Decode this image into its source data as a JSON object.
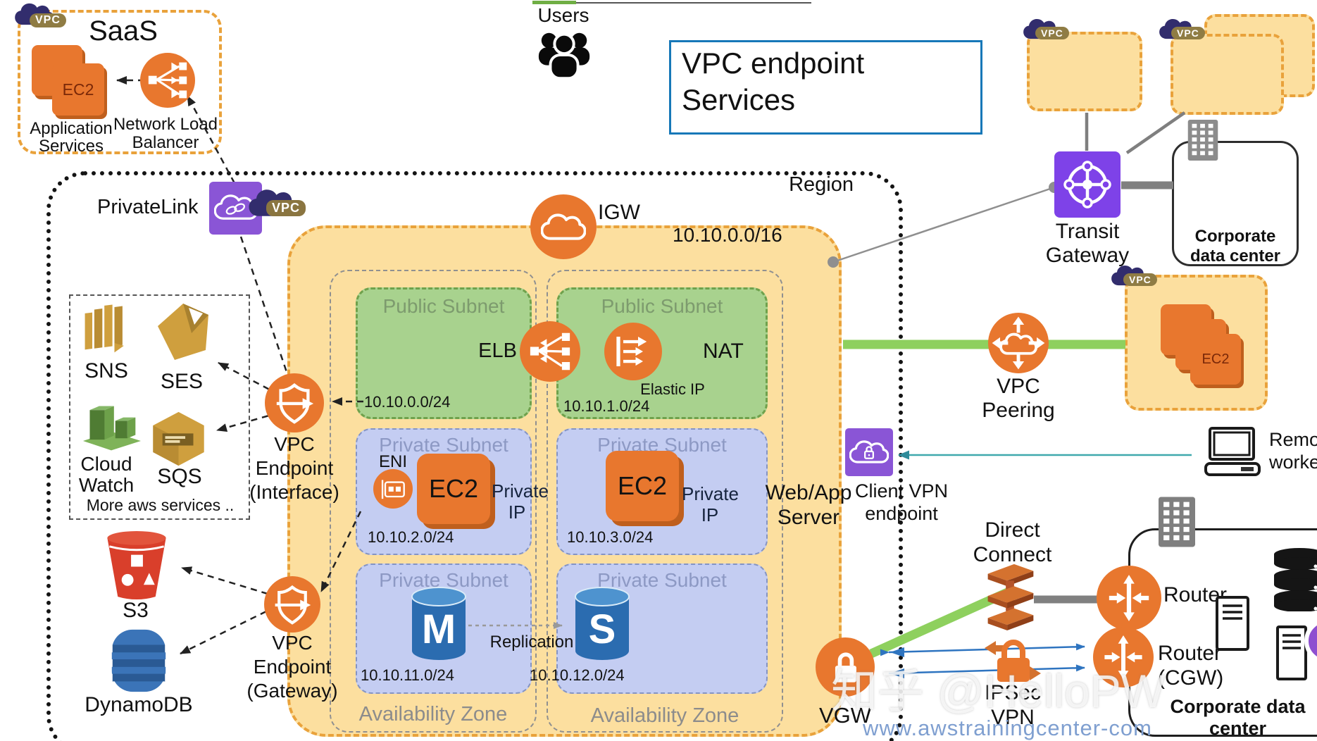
{
  "page": {
    "users_label": "Users",
    "region_label": "Region",
    "title": {
      "line1": "VPC endpoint",
      "line2": "Services"
    }
  },
  "saas": {
    "badge": "VPC",
    "title": "SaaS",
    "ec2_label": "EC2",
    "app_line1": "Application",
    "app_line2": "Services",
    "nlb_line1": "Network Load",
    "nlb_line2": "Balancer"
  },
  "privatelink": {
    "label": "PrivateLink"
  },
  "services": {
    "sns": "SNS",
    "ses": "SES",
    "cw1": "Cloud",
    "cw2": "Watch",
    "sqs": "SQS",
    "more": "More aws services ..",
    "s3": "S3",
    "dynamodb": "DynamoDB"
  },
  "endpoint_interface": {
    "l1": "VPC",
    "l2": "Endpoint",
    "l3": "(Interface)"
  },
  "endpoint_gateway": {
    "l1": "VPC",
    "l2": "Endpoint",
    "l3": "(Gateway)"
  },
  "vpc": {
    "badge": "VPC",
    "cidr": "10.10.0.0/16",
    "igw": "IGW",
    "pub1_title": "Public Subnet",
    "pub1_cidr": "10.10.0.0/24",
    "elb": "ELB",
    "pub2_title": "Public Subnet",
    "pub2_cidr": "10.10.1.0/24",
    "nat": "NAT",
    "elastic_ip": "Elastic IP",
    "priv1_title": "Private Subnet",
    "priv1_cidr": "10.10.2.0/24",
    "eni": "ENI",
    "ec2_a": "EC2",
    "pip1a": "Private",
    "pip2a": "IP",
    "priv2_title": "Private Subnet",
    "priv2_cidr": "10.10.3.0/24",
    "ec2_b": "EC2",
    "pip1b": "Private",
    "pip2b": "IP",
    "priv3_title": "Private Subnet",
    "priv3_cidr": "10.10.11.0/24",
    "db_m": "M",
    "priv4_title": "Private Subnet",
    "priv4_cidr": "10.10.12.0/24",
    "db_s": "S",
    "replication": "Replication",
    "az1": "Availability Zone",
    "az2": "Availability Zone",
    "webapp1": "Web/App",
    "webapp2": "Server",
    "vgw": "VGW"
  },
  "right": {
    "tg1": "Transit",
    "tg2": "Gateway",
    "vpc_badge_a": "VPC",
    "vpc_badge_b": "VPC",
    "vpc_badge_peer": "VPC",
    "dc_top1": "Corporate",
    "dc_top2": "data center",
    "peering1": "VPC",
    "peering2": "Peering",
    "peer_ec2": "EC2",
    "client_vpn1": "Client VPN",
    "client_vpn2": "endpoint",
    "remote1": "Remote",
    "remote2": "worker",
    "direct1": "Direct",
    "direct2": "Connect",
    "router": "Router",
    "router_cgw1": "Router",
    "router_cgw2": "(CGW)",
    "ipsec1": "IPSec",
    "ipsec2": "VPN",
    "dc_bottom1": "Corporate data",
    "dc_bottom2": "center"
  },
  "watermark": {
    "zhihu": "知乎 @HelloPW",
    "site": "www.awstrainingcenter-com"
  },
  "icons": {
    "users": "people-group",
    "nlb": "load-balancer-circle",
    "igw": "cloud-circle",
    "elb": "load-balancer-circle",
    "nat": "nat-gateway-circle",
    "eni": "network-card-circle",
    "vpc_endpoint": "shield-arrow-circle",
    "vpc_peering": "cloud-arrows-circle",
    "vgw": "lock-circle",
    "client_vpn": "cloud-lock-square",
    "privatelink": "cloud-link-square",
    "transit_gateway": "hub-square",
    "router": "arrows-circle",
    "direct_connect": "stacked-slabs",
    "ipsec": "lock-arrows",
    "s3": "bucket",
    "dynamodb": "barrel",
    "database": "cylinder",
    "building": "office-building",
    "server": "server-tower",
    "laptop": "laptop",
    "vpc_badge": "cloud-tag"
  }
}
